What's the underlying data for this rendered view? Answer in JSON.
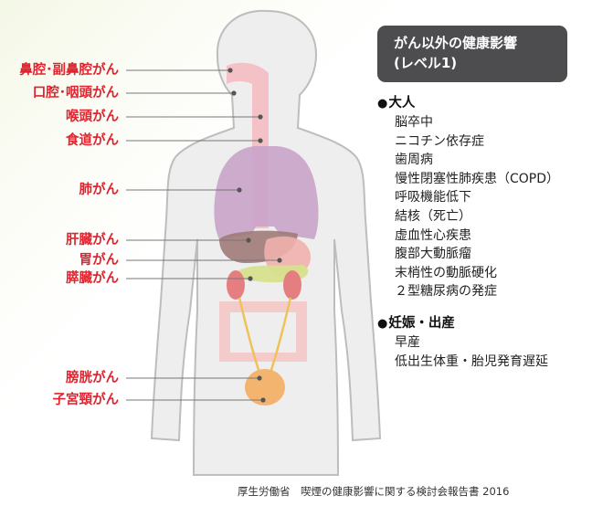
{
  "cancers": [
    {
      "label": "鼻腔･副鼻腔がん",
      "icon": "nasal-cavity"
    },
    {
      "label": "口腔･咽頭がん",
      "icon": "oral-pharynx"
    },
    {
      "label": "喉頭がん",
      "icon": "larynx"
    },
    {
      "label": "食道がん",
      "icon": "esophagus"
    },
    {
      "label": "肺がん",
      "icon": "lung"
    },
    {
      "label": "肝臓がん",
      "icon": "liver"
    },
    {
      "label": "胃がん",
      "icon": "stomach"
    },
    {
      "label": "膵臓がん",
      "icon": "pancreas"
    },
    {
      "label": "膀胱がん",
      "icon": "bladder"
    },
    {
      "label": "子宮頸がん",
      "icon": "cervix"
    }
  ],
  "panel": {
    "title_line1": "がん以外の健康影響",
    "title_line2": "(レベル1)",
    "adult_heading": "大人",
    "adult_items": [
      "脳卒中",
      "ニコチン依存症",
      "歯周病",
      "慢性閉塞性肺疾患（COPD）",
      "呼吸機能低下",
      "結核（死亡）",
      "虚血性心疾患",
      "腹部大動脈瘤",
      "末梢性の動脈硬化",
      "２型糖尿病の発症"
    ],
    "pregnancy_heading": "妊娠・出産",
    "pregnancy_items": [
      "早産",
      "低出生体重・胎児発育遅延"
    ],
    "bullet": "●"
  },
  "footer": "厚生労働省　喫煙の健康影響に関する検討会報告書 2016",
  "colors": {
    "label_red": "#e0232e",
    "body_fill": "#eeeeee",
    "lung": "#c9a3c9",
    "airway": "#f4b8bf",
    "title_box": "#4d4d4f"
  }
}
